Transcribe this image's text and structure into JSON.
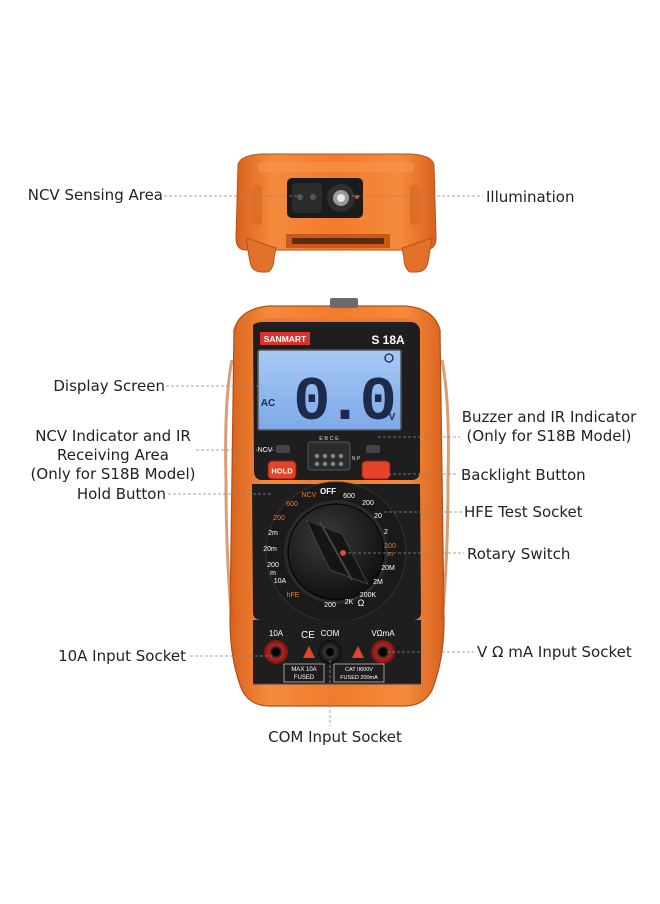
{
  "labels": {
    "ncv_sensing_area": "NCV Sensing Area",
    "illumination": "Illumination",
    "display_screen": "Display Screen",
    "buzzer_ir_line1": "Buzzer and IR Indicator",
    "buzzer_ir_line2": "(Only for S18B Model)",
    "ncv_indicator_line1": "NCV Indicator and IR",
    "ncv_indicator_line2": "Receiving Area",
    "ncv_indicator_line3": "(Only for S18B Model)",
    "backlight_button": "Backlight Button",
    "hold_button": "Hold Button",
    "hfe_test_socket": "HFE Test Socket",
    "rotary_switch": "Rotary Switch",
    "input_10a": "10A Input Socket",
    "input_vma": "V Ω mA Input Socket",
    "input_com": "COM Input Socket"
  },
  "device": {
    "brand": "SANMART",
    "model": "S 18A",
    "reading": "0.0",
    "unit_v": "V",
    "ac": "AC",
    "ncv_tag": "NCV",
    "hold": "HOLD",
    "hfe_pins": "E B C E",
    "hfe_np": "N P",
    "off": "OFF",
    "dial": {
      "ncv": "NCV",
      "v600": "600",
      "v200a": "200",
      "v20": "20",
      "v2": "2",
      "m200a": "200",
      "m200b": "m",
      "r20m": "20M",
      "r2m": "2M",
      "r200k": "200K",
      "r2k": "2K",
      "r200": "200",
      "hfe": "hFE",
      "a10": "10A",
      "m200c": "200",
      "m200d": "m",
      "m20": "20m",
      "m2": "2m",
      "v200b": "200",
      "v600b": "600",
      "omega": "Ω"
    },
    "sockets": {
      "a10": "10A",
      "com": "COM",
      "vma": "VΩmA",
      "ce": "CE",
      "fused_left_1": "MAX 10A",
      "fused_left_2": "FUSED",
      "fused_right_1": "CAT II600V",
      "fused_right_2": "FUSED 200mA"
    }
  },
  "colors": {
    "orange": "#F07A2A",
    "orange_dark": "#C9581A",
    "lcd": "#8FB8F0",
    "panel": "#1E1E1E",
    "red_accent": "#E2452A"
  }
}
